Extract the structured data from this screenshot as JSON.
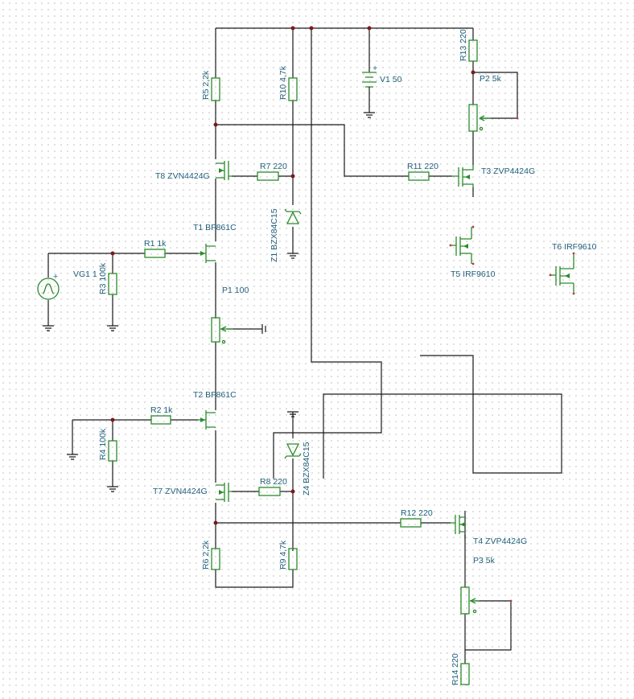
{
  "components": {
    "R5": "R5 2,2k",
    "R10": "R10 4,7k",
    "V1": "V1 50",
    "R13": "R13 220",
    "P2": "P2 5k",
    "T8": "T8 ZVN4424G",
    "R7": "R7 220",
    "R11": "R11 220",
    "T3": "T3 ZVP4424G",
    "T1": "T1 BF861C",
    "Z1": "Z1 BZX84C15",
    "R1": "R1 1k",
    "T5": "T5 IRF9610",
    "T6": "T6 IRF9610",
    "VG1": "VG1 1",
    "R3": "R3 100k",
    "P1": "P1 100",
    "T2": "T2 BF861C",
    "R2": "R2 1k",
    "R4": "R4 100k",
    "Z4": "Z4 BZX84C15",
    "T7": "T7 ZVN4424G",
    "R8": "R8 220",
    "R12": "R12 220",
    "T4": "T4 ZVP4424G",
    "P3": "P3 5k",
    "R6": "R6 2,2k",
    "R9": "R9 4,7k",
    "R14": "R14 220"
  },
  "colors": {
    "wire": "#1a1a1a",
    "component": "#2a8a2a",
    "label": "#1f5f7a",
    "junction": "#7a1a1a"
  }
}
